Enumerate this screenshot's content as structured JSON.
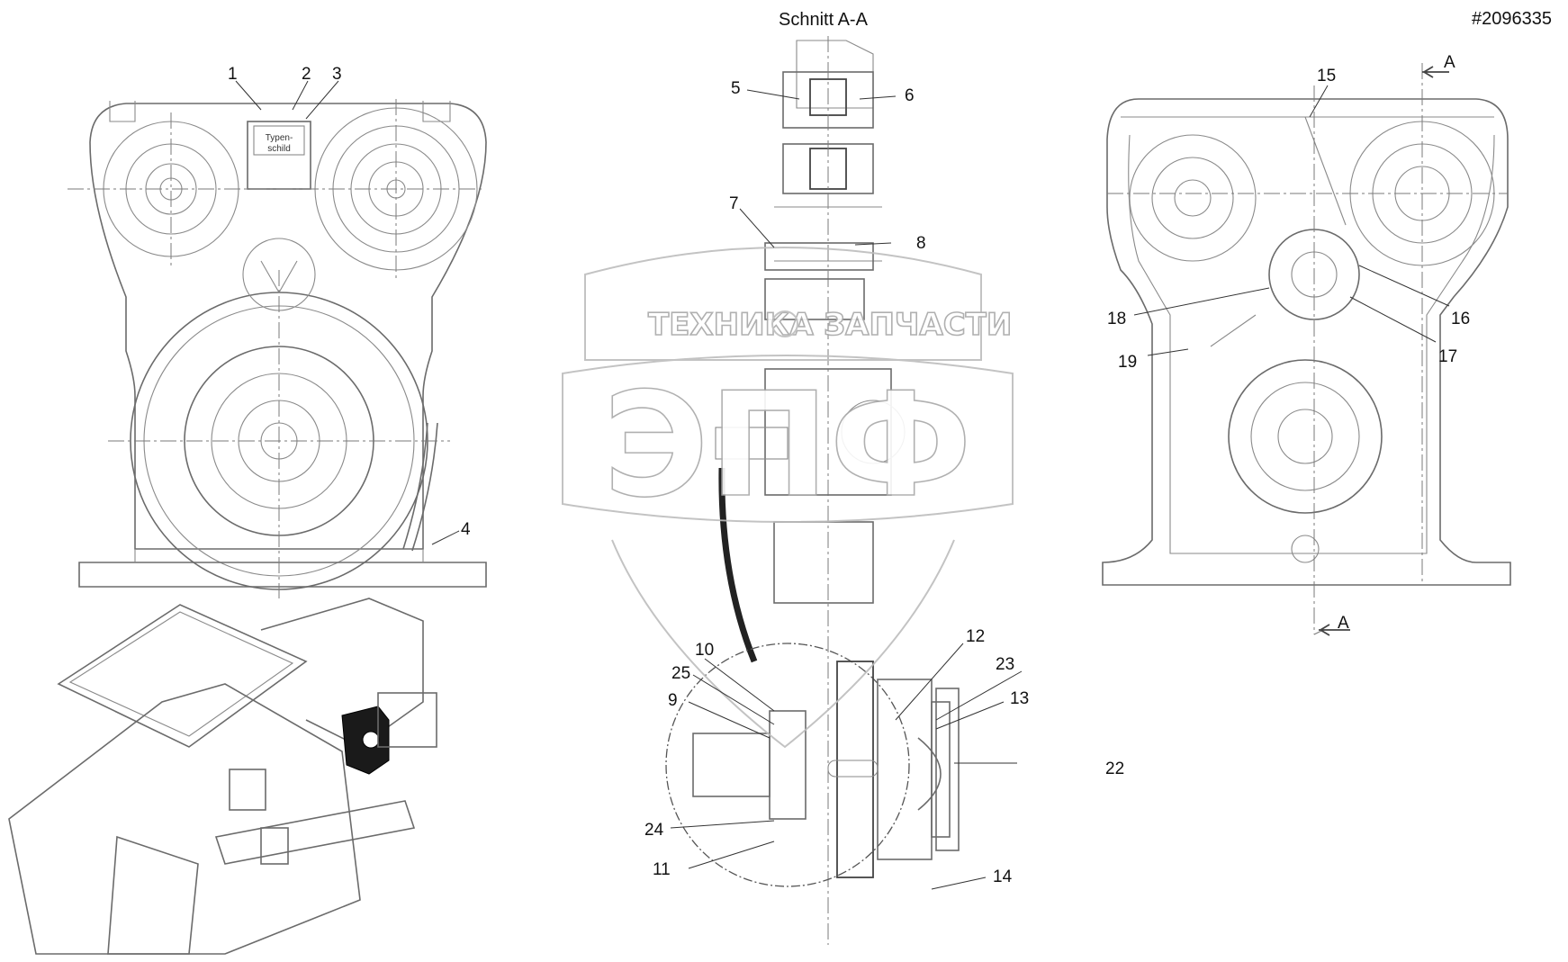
{
  "document": {
    "ref_number": "#2096335",
    "section_title": "Schnitt A-A",
    "section_marker": "A",
    "type_plate_text": [
      "Typen-",
      "schild"
    ],
    "callouts": [
      "1",
      "2",
      "3",
      "4",
      "5",
      "6",
      "7",
      "8",
      "9",
      "10",
      "11",
      "12",
      "13",
      "14",
      "15",
      "16",
      "17",
      "18",
      "19",
      "22",
      "23",
      "24",
      "25"
    ],
    "watermark": {
      "line1_left": "ТЕХНИКА",
      "line1_right": "ЗАПЧАСТИ",
      "logo": "ЭПФ"
    }
  }
}
